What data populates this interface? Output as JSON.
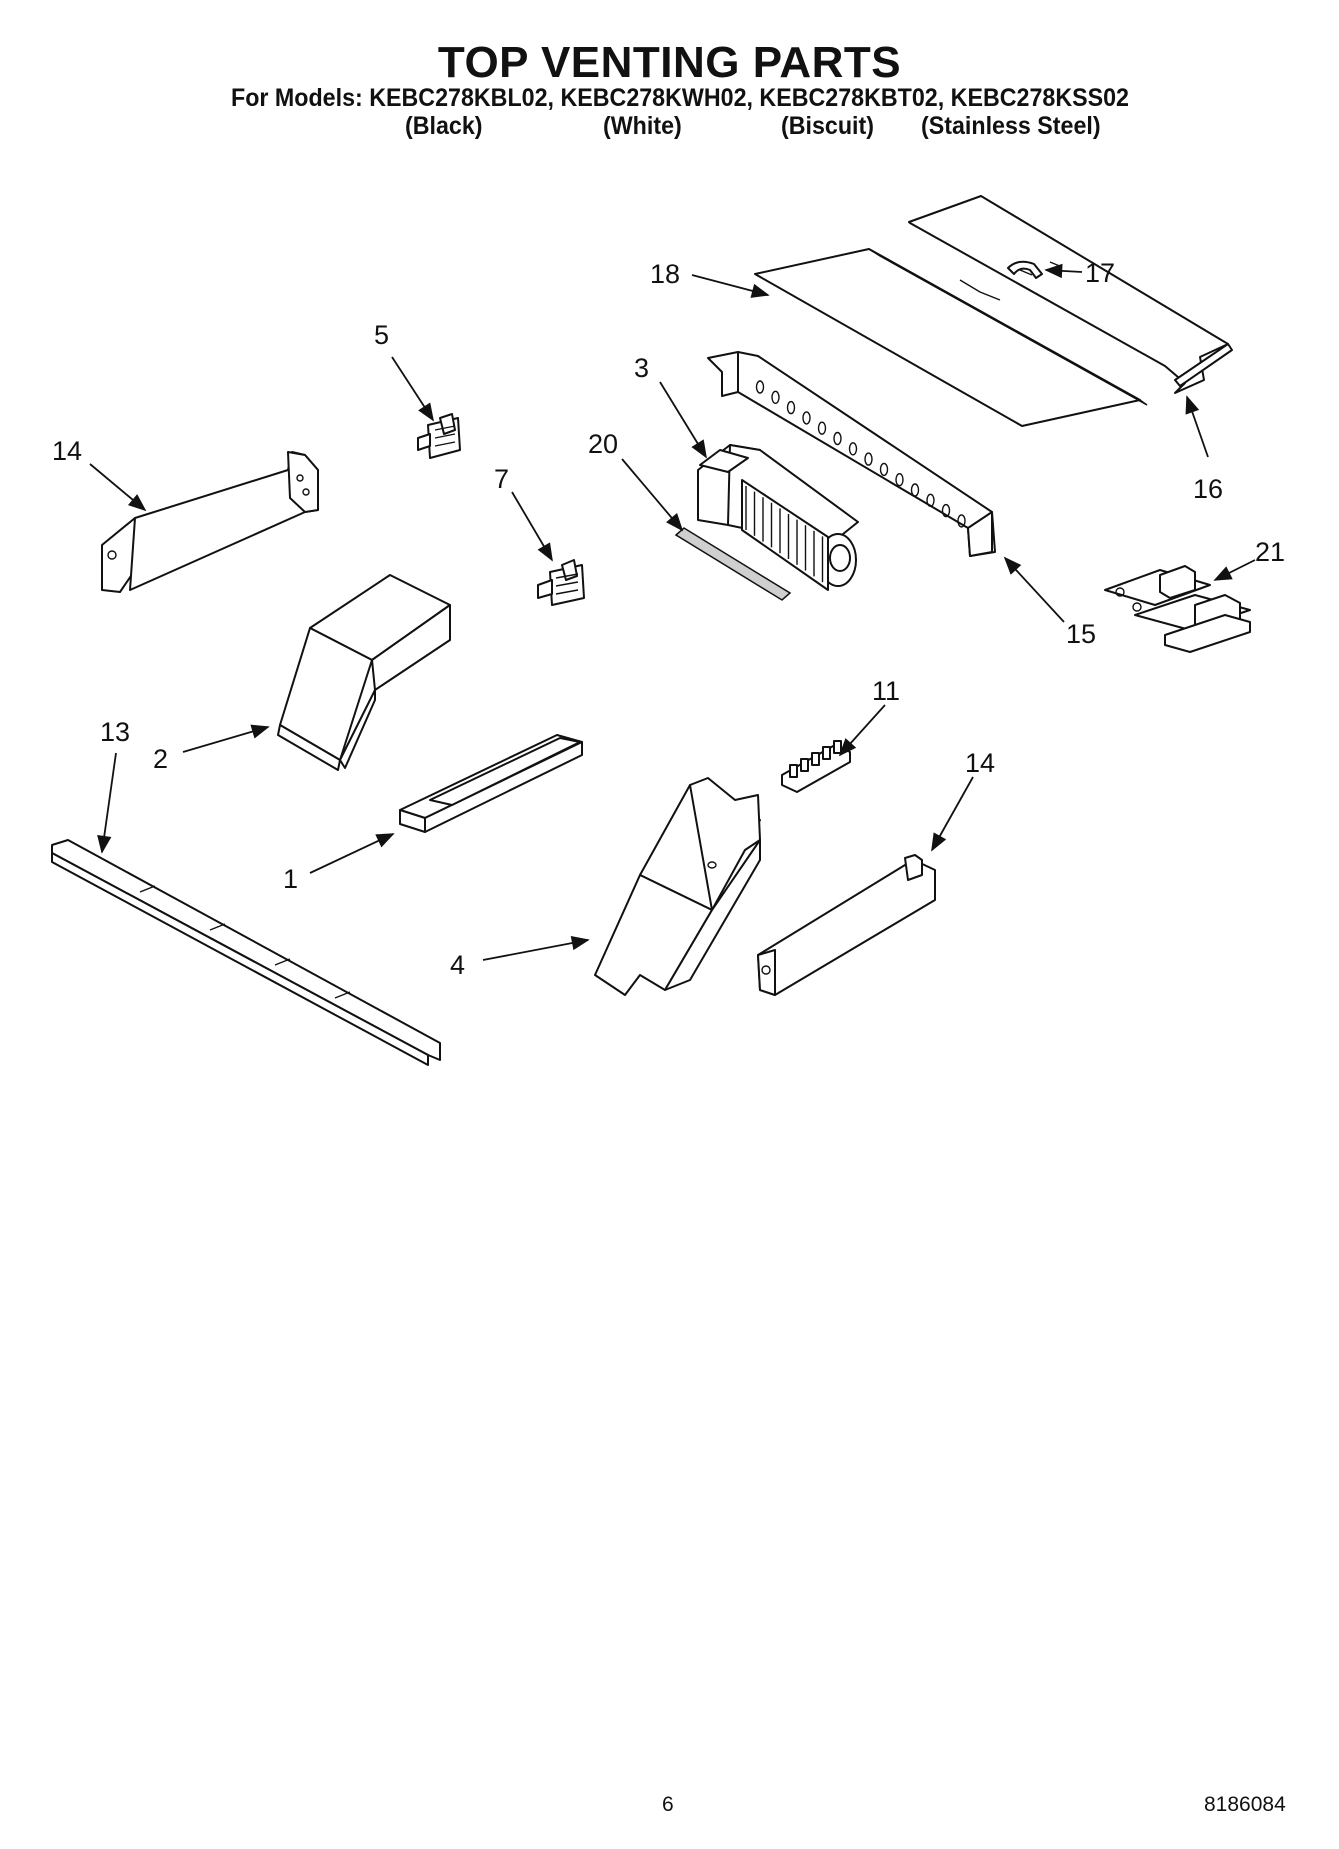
{
  "header": {
    "title": "TOP VENTING PARTS",
    "models_line": "For Models: KEBC278KBL02, KEBC278KWH02, KEBC278KBT02, KEBC278KSS02",
    "colors": [
      "(Black)",
      "(White)",
      "(Biscuit)",
      "(Stainless Steel)"
    ]
  },
  "callouts": {
    "c1": "1",
    "c2": "2",
    "c3": "3",
    "c4": "4",
    "c5": "5",
    "c7": "7",
    "c11": "11",
    "c13": "13",
    "c14a": "14",
    "c14b": "14",
    "c15": "15",
    "c16": "16",
    "c17": "17",
    "c18": "18",
    "c20": "20",
    "c21": "21"
  },
  "footer": {
    "page_number": "6",
    "doc_number": "8186084"
  }
}
